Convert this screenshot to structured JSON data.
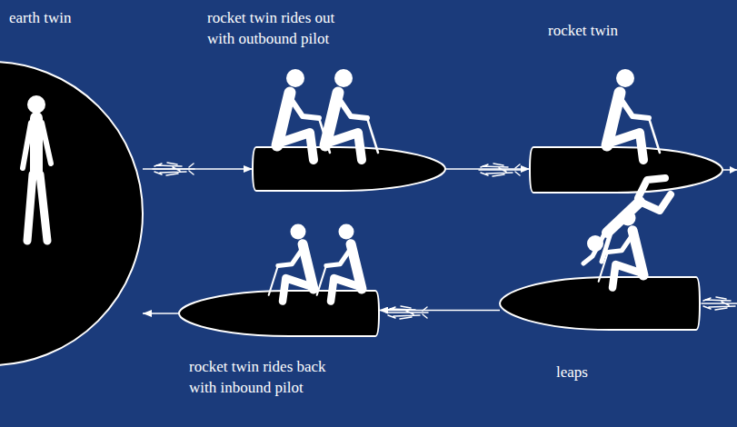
{
  "diagram": {
    "nodes": [
      {
        "text": [
          "earth twin"
        ]
      },
      {
        "text": [
          "rocket twin rides out with outbound pilot"
        ]
      },
      {
        "text": [
          "rocket twin"
        ]
      },
      {
        "text": [
          "rocket twin rides back with inbound pilot"
        ]
      },
      {
        "text": [
          "leaps"
        ]
      }
    ],
    "edges": [
      {
        "from": 0,
        "to": 1,
        "arrow": "to"
      },
      {
        "from": 1,
        "to": 2,
        "arrow": "to"
      },
      {
        "from": 4,
        "to": 3,
        "arrow": "to"
      },
      {
        "from": 3,
        "to": 0,
        "arrow": "to"
      }
    ]
  }
}
